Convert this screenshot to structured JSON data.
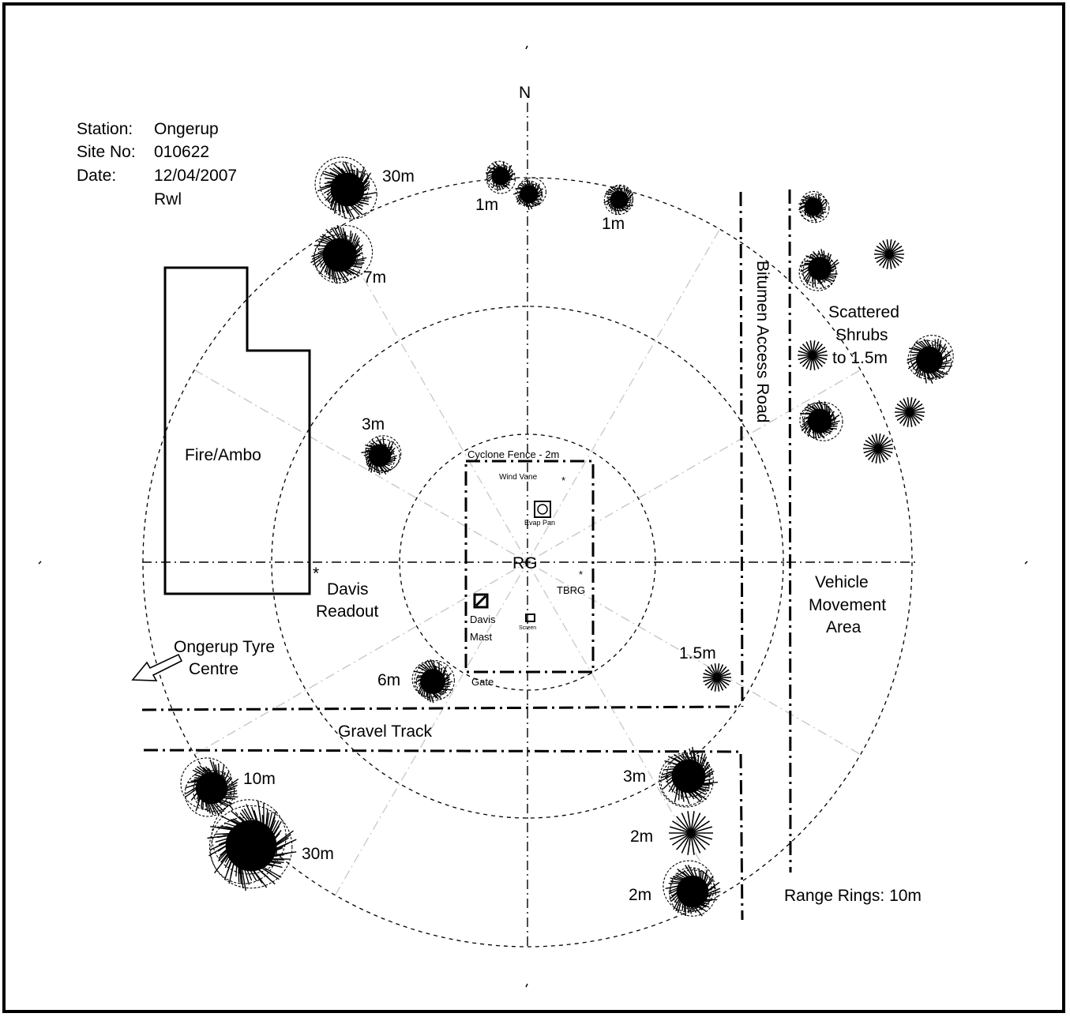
{
  "header": {
    "station_label": "Station:",
    "station_value": "Ongerup",
    "site_label": "Site No:",
    "site_value": "010622",
    "date_label": "Date:",
    "date_value": "12/04/2007",
    "initials": "Rwl"
  },
  "compass": {
    "north": "N"
  },
  "centre": {
    "label": "RG"
  },
  "range_rings": {
    "label": "Range Rings: 10m",
    "spacing_m": 10,
    "rings": [
      10,
      20,
      30
    ]
  },
  "structures": {
    "building": "Fire/Ambo",
    "road_vertical": "Bitumen Access Road",
    "road_horizontal": "Gravel Track",
    "vehicle_area": [
      "Vehicle",
      "Movement",
      "Area"
    ],
    "fence": "Cyclone Fence - 2m",
    "gate": "Gate",
    "tyre_centre": [
      "Ongerup Tyre",
      "Centre"
    ],
    "scattered_shrubs": [
      "Scattered",
      "Shrubs",
      "to 1.5m"
    ]
  },
  "instruments": {
    "wind_vane": "Wind Vane",
    "evap": "Evap Pan",
    "tbrg": "TBRG",
    "davis_mast": [
      "Davis",
      "Mast"
    ],
    "davis_readout": [
      "Davis",
      "Readout"
    ],
    "screen": "Screen"
  },
  "tree_heights": {
    "t_30m_top": "30m",
    "t_1m_left": "1m",
    "t_1m_right": "1m",
    "t_7m": "7m",
    "t_3m_west": "3m",
    "t_6m": "6m",
    "t_1_5m": "1.5m",
    "t_3m_south": "3m",
    "t_2m_a": "2m",
    "t_2m_b": "2m",
    "t_10m": "10m",
    "t_30m_bottom": "30m"
  },
  "colors": {
    "ink": "#000000",
    "guide": "#c8c8c8",
    "paper": "#ffffff"
  }
}
